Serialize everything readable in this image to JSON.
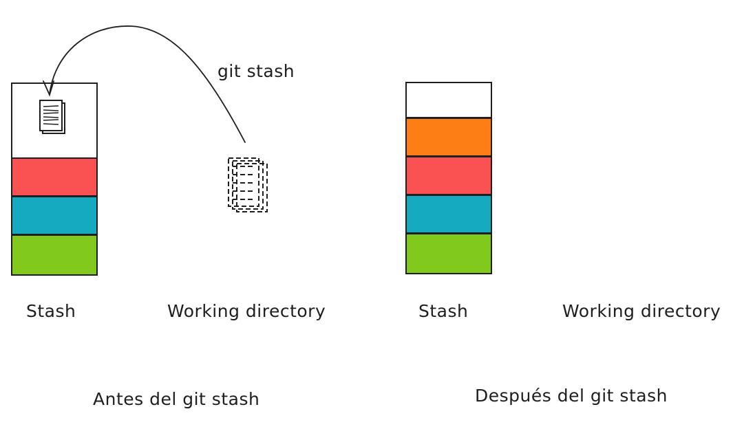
{
  "colors": {
    "stroke": "#1e1e1e",
    "empty": "#ffffff",
    "orange": "#fd7e14",
    "red": "#fa5252",
    "teal": "#15aabf",
    "green": "#82c91e"
  },
  "before": {
    "stash_label": "Stash",
    "working_directory_label": "Working directory",
    "caption": "Antes del git stash",
    "arrow_label": "git stash",
    "stash_entries": [
      "empty",
      "red",
      "teal",
      "green"
    ]
  },
  "after": {
    "stash_label": "Stash",
    "working_directory_label": "Working directory",
    "caption": "Después del git stash",
    "stash_entries": [
      "empty",
      "orange",
      "red",
      "teal",
      "green"
    ]
  },
  "icons": {
    "stashed_file": "document-stack-icon",
    "moved_file": "dashed-document-stack-icon",
    "arrow": "curved-arrow-icon"
  }
}
